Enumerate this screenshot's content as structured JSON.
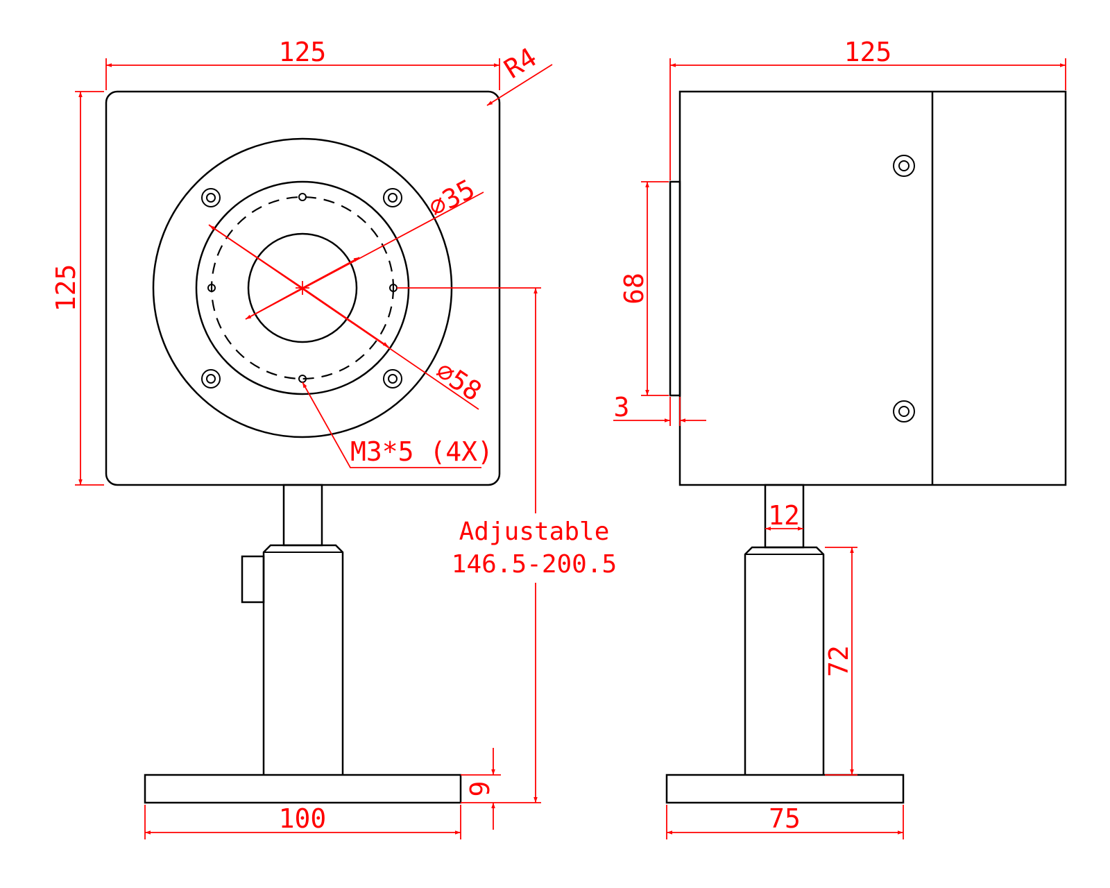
{
  "front_view": {
    "width_label": "125",
    "height_label": "125",
    "corner_radius_label": "R4",
    "diameter_outer_label": "⌀58",
    "diameter_inner_label": "⌀35",
    "thread_label": "M3*5 (4X)",
    "adjustable_label": "Adjustable",
    "adjustable_range_label": "146.5-200.5",
    "base_thickness_label": "9",
    "base_width_label": "100"
  },
  "side_view": {
    "width_label": "125",
    "plate_height_label": "68",
    "plate_thickness_label": "3",
    "post_diameter_label": "12",
    "post_height_label": "72",
    "base_width_label": "75"
  },
  "colors": {
    "dimension": "#ff0000",
    "outline": "#000000"
  }
}
